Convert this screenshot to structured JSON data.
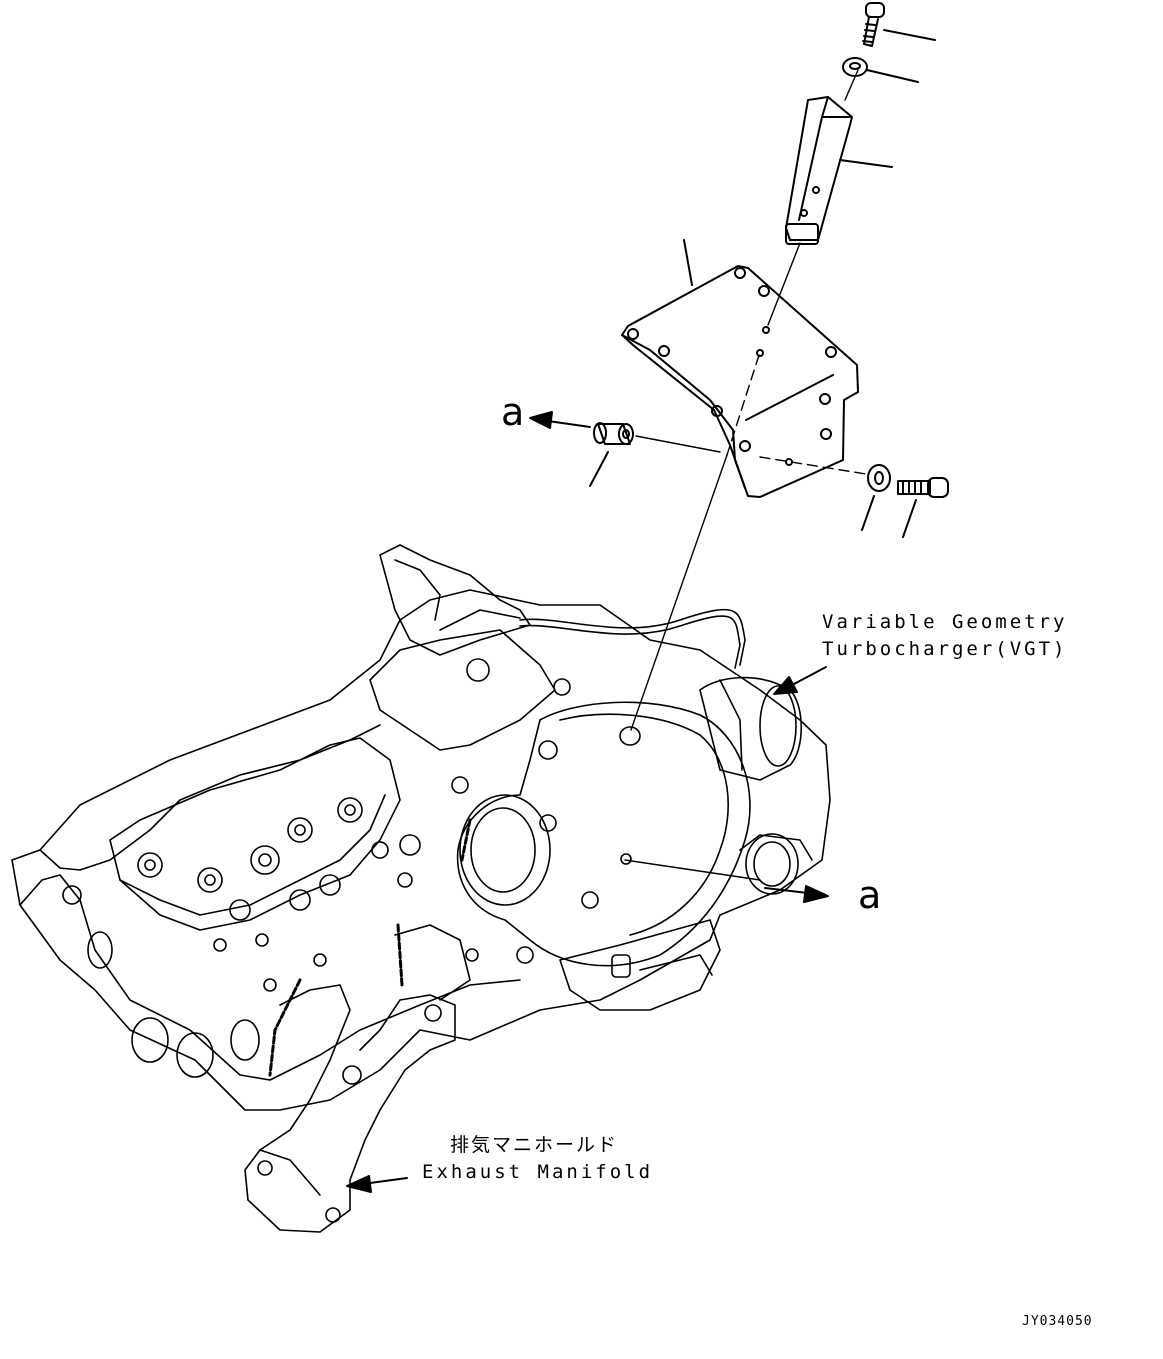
{
  "labels": {
    "callout_a_top": "a",
    "callout_a_right": "a",
    "vgt_line1": "Variable Geometry",
    "vgt_line2": "Turbocharger(VGT)",
    "manifold_jp": "排気マニホールド",
    "manifold_en": "Exhaust Manifold",
    "drawing_code": "JY034050"
  },
  "colors": {
    "line": "#000000",
    "background": "#ffffff"
  }
}
